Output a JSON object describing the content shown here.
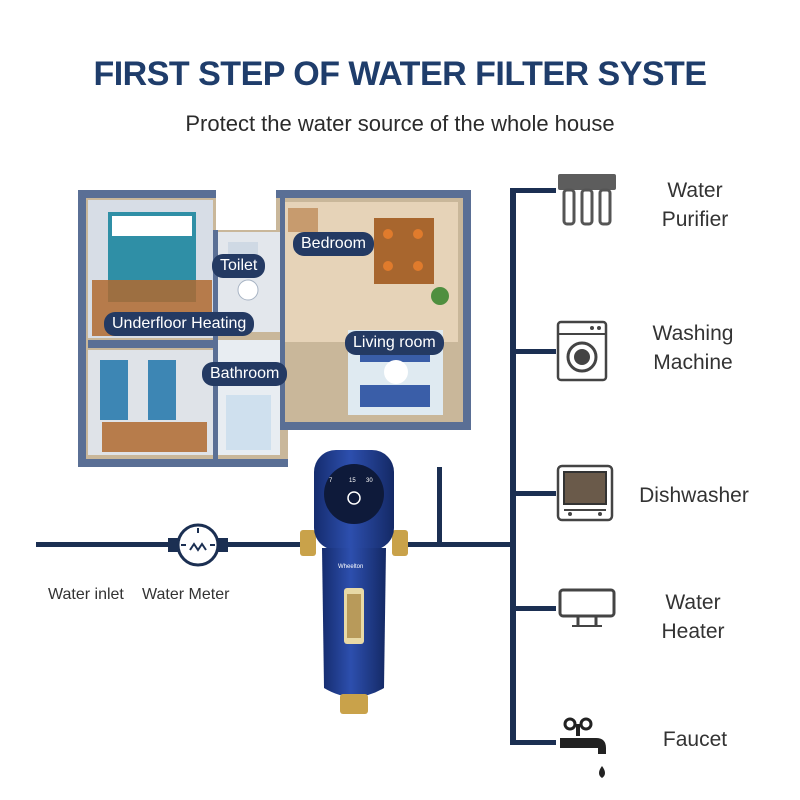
{
  "title": "FIRST STEP OF WATER FILTER SYSTE",
  "subtitle": "Protect the water source of the whole house",
  "rooms": {
    "bedroom": "Bedroom",
    "toilet": "Toilet",
    "underfloor_heating": "Underfloor Heating",
    "living_room": "Living room",
    "bathroom": "Bathroom"
  },
  "inlet": {
    "water_inlet": "Water inlet",
    "water_meter": "Water Meter"
  },
  "filter": {
    "dial_numbers": [
      "7",
      "15",
      "30"
    ],
    "brand": "Wheelton"
  },
  "appliances": [
    {
      "line1": "Water",
      "line2": "Purifier",
      "icon": "water-purifier-icon"
    },
    {
      "line1": "Washing",
      "line2": "Machine",
      "icon": "washing-machine-icon"
    },
    {
      "line1": "Dishwasher",
      "line2": "",
      "icon": "dishwasher-icon"
    },
    {
      "line1": "Water",
      "line2": "Heater",
      "icon": "water-heater-icon"
    },
    {
      "line1": "Faucet",
      "line2": "",
      "icon": "faucet-icon"
    }
  ],
  "colors": {
    "pipe": "#1b2f52",
    "title": "#1f3d6b",
    "label_bg": "#243a63",
    "filter_body": "#1d3a8a",
    "brass": "#c9a24a"
  }
}
